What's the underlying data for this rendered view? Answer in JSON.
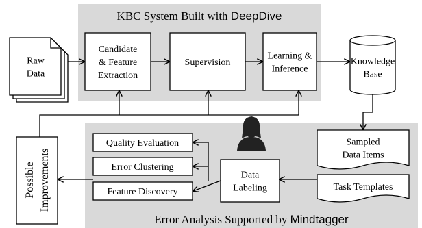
{
  "top_panel": {
    "title_prefix": "KBC System Built with ",
    "title_brand": "DeepDive"
  },
  "bottom_panel": {
    "title_prefix": "Error Analysis Supported by ",
    "title_brand": "Mindtagger"
  },
  "nodes": {
    "raw_data": [
      "Raw",
      "Data"
    ],
    "candidate": [
      "Candidate",
      "& Feature",
      "Extraction"
    ],
    "supervision": [
      "Supervision"
    ],
    "learning": [
      "Learning &",
      "Inference"
    ],
    "knowledge_base": [
      "Knowledge",
      "Base"
    ],
    "sampled": [
      "Sampled",
      "Data Items"
    ],
    "task_templates": [
      "Task Templates"
    ],
    "data_labeling": [
      "Data",
      "Labeling"
    ],
    "quality_evaluation": [
      "Quality Evaluation"
    ],
    "error_clustering": [
      "Error Clustering"
    ],
    "feature_discovery": [
      "Feature Discovery"
    ],
    "possible_improvements": [
      "Possible",
      "Improvements"
    ]
  },
  "icons": {
    "person": "person-silhouette-icon"
  },
  "colors": {
    "panel_fill": "#d9d9d9",
    "box_fill": "#ffffff",
    "stroke": "#000000",
    "person": "#222222"
  }
}
